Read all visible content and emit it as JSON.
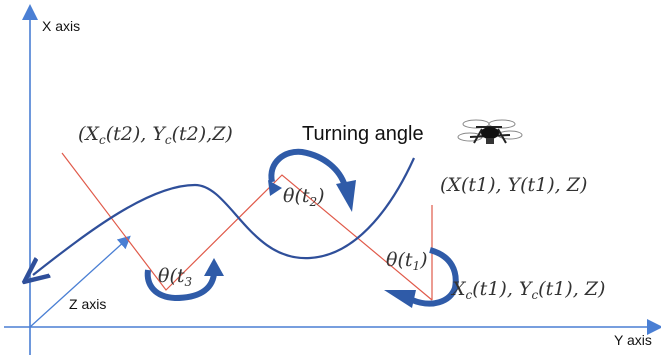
{
  "axes": {
    "x_label": "X axis",
    "y_label": "Y axis",
    "z_label": "Z axis"
  },
  "labels": {
    "pos_t2": "(X_c(t2), Y_c(t2), Z)",
    "turning_angle": "Turning angle",
    "pos_drone": "(X(t1), Y(t1), Z)",
    "theta_t2": "θ(t₂)",
    "theta_t1": "θ(t₁)",
    "theta_t3": "θ(t₃",
    "pos_t1": "X_c(t1), Y_c(t1), Z)"
  },
  "colors": {
    "axis": "#4a7fd4",
    "path_red": "#e05a4a",
    "curve": "#2f4f9a",
    "arrow": "#2f5ba8"
  },
  "icons": {
    "drone": "drone-icon"
  }
}
